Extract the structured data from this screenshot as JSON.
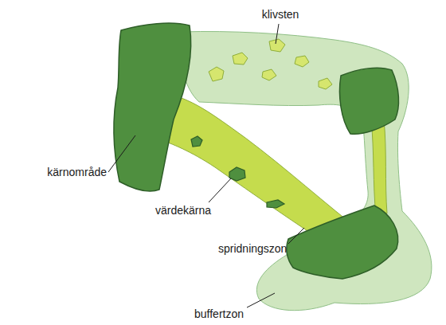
{
  "diagram": {
    "labels": [
      "klivsten",
      "kärnområde",
      "värdekärna",
      "spridningszon",
      "buffertzon"
    ]
  }
}
